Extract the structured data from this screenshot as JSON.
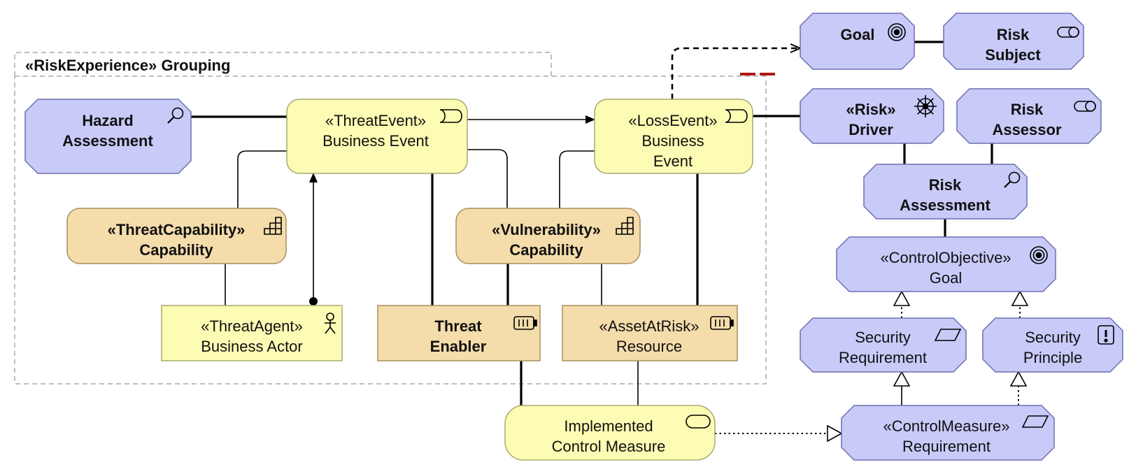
{
  "grouping": {
    "label": "«RiskExperience» Grouping"
  },
  "nodes": {
    "goal": {
      "lines": [
        "Goal"
      ],
      "icon": "target-icon"
    },
    "risk_subject": {
      "lines": [
        "Risk",
        "Subject"
      ],
      "icon": "role-icon"
    },
    "hazard_assessment": {
      "lines": [
        "Hazard",
        "Assessment"
      ],
      "icon": "magnifier-icon"
    },
    "threat_event": {
      "lines": [
        "«ThreatEvent»",
        "Business Event"
      ],
      "icon": "event-icon"
    },
    "loss_event": {
      "lines": [
        "«LossEvent»",
        "Business",
        "Event"
      ],
      "icon": "event-icon"
    },
    "risk_driver": {
      "lines": [
        "«Risk»",
        "Driver"
      ],
      "icon": "driver-wheel-icon"
    },
    "risk_assessor": {
      "lines": [
        "Risk",
        "Assessor"
      ],
      "icon": "role-icon"
    },
    "risk_assessment": {
      "lines": [
        "Risk",
        "Assessment"
      ],
      "icon": "magnifier-icon"
    },
    "threat_capability": {
      "lines": [
        "«ThreatCapability»",
        "Capability"
      ],
      "icon": "capability-icon"
    },
    "vulnerability_capability": {
      "lines": [
        "«Vulnerability»",
        "Capability"
      ],
      "icon": "capability-icon"
    },
    "control_objective": {
      "lines": [
        "«ControlObjective»",
        "Goal"
      ],
      "icon": "target-icon"
    },
    "threat_agent": {
      "lines": [
        "«ThreatAgent»",
        "Business Actor"
      ],
      "icon": "actor-icon"
    },
    "threat_enabler": {
      "lines": [
        "Threat",
        "Enabler"
      ],
      "icon": "resource-icon"
    },
    "asset_at_risk": {
      "lines": [
        "«AssetAtRisk»",
        "Resource"
      ],
      "icon": "resource-icon"
    },
    "security_requirement": {
      "lines": [
        "Security",
        "Requirement"
      ],
      "icon": "requirement-icon"
    },
    "security_principle": {
      "lines": [
        "Security",
        "Principle"
      ],
      "icon": "principle-icon"
    },
    "implemented_control_measure": {
      "lines": [
        "Implemented",
        "Control Measure"
      ],
      "icon": "service-icon"
    },
    "control_measure_requirement": {
      "lines": [
        "«ControlMeasure»",
        "Requirement"
      ],
      "icon": "requirement-icon"
    }
  },
  "colors": {
    "motivation_fill": "#c8caf8",
    "motivation_stroke": "#6d6fb0",
    "business_fill": "#fcfcb4",
    "business_stroke": "#a8a870",
    "strategy_fill": "#f4dcab",
    "strategy_stroke": "#a88f5c",
    "grouping_stroke": "#aaaaaa",
    "marker": "#b01818"
  }
}
